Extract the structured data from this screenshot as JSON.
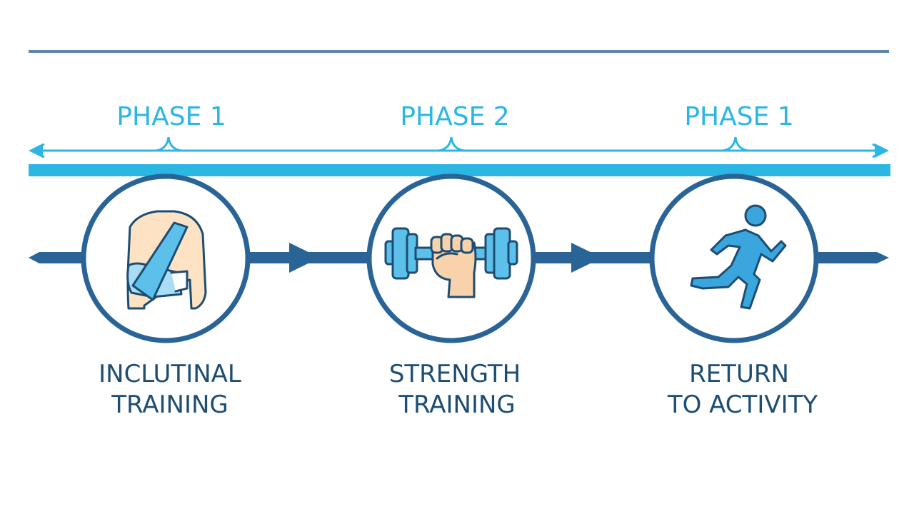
{
  "phases": [
    {
      "label": "PHASE 1"
    },
    {
      "label": "PHASE 2"
    },
    {
      "label": "PHASE 1"
    }
  ],
  "steps": [
    {
      "line1": "INCLUTINAL",
      "line2": "TRAINING",
      "icon": "arm-sling-icon"
    },
    {
      "line1": "STRENGTH",
      "line2": "TRAINING",
      "icon": "dumbbell-fist-icon"
    },
    {
      "line1": "RETURN",
      "line2": "TO ACTIVITY",
      "icon": "running-person-icon"
    }
  ],
  "colors": {
    "dark_blue": "#2a6497",
    "light_blue": "#2bb6e4",
    "icon_blue": "#3aa6dd",
    "skin": "#f8d2aa",
    "label_text": "#1d4d73",
    "top_rule": "#5f86a6"
  }
}
